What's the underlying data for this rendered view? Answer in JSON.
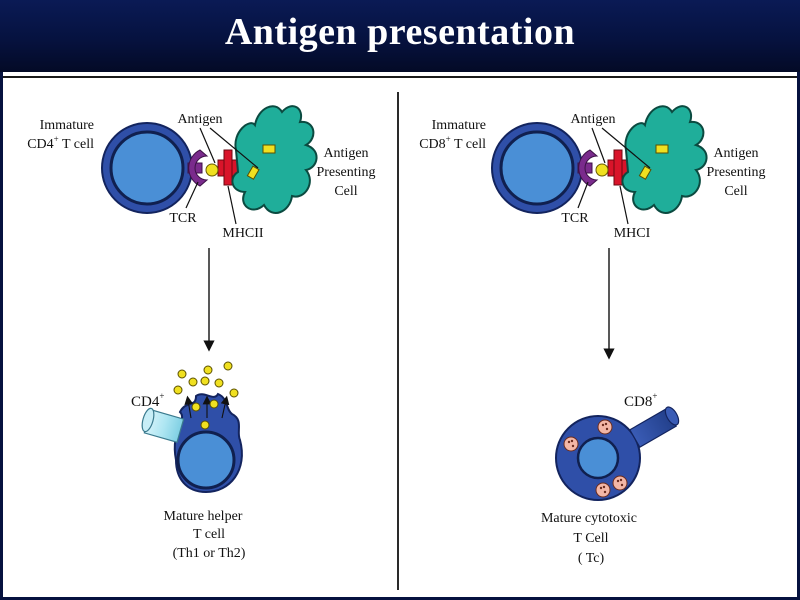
{
  "title": "Antigen presentation",
  "left": {
    "cell_label_line1": "Immature",
    "cell_label_line2_prefix": "CD4",
    "cell_label_line2_sup": "+",
    "cell_label_line2_suffix": " T cell",
    "antigen_label": "Antigen",
    "apc_line1": "Antigen",
    "apc_line2": "Presenting",
    "apc_line3": "Cell",
    "tcr_label": "TCR",
    "mhc_label": "MHCII",
    "coreceptor_prefix": "CD4",
    "coreceptor_sup": "+",
    "mature_line1": "Mature helper",
    "mature_line2": "T cell",
    "mature_line3": "(Th1  or  Th2)"
  },
  "right": {
    "cell_label_line1": "Immature",
    "cell_label_line2_prefix": "CD8",
    "cell_label_line2_sup": "+",
    "cell_label_line2_suffix": " T cell",
    "antigen_label": "Antigen",
    "apc_line1": "Antigen",
    "apc_line2": "Presenting",
    "apc_line3": "Cell",
    "tcr_label": "TCR",
    "mhc_label": "MHCI",
    "coreceptor_prefix": "CD8",
    "coreceptor_sup": "+",
    "mature_line1": "Mature cytotoxic",
    "mature_line2": "T Cell",
    "mature_line3": "(   Tc)"
  },
  "colors": {
    "header_bg": "#06123f",
    "tcell_outer": "#2f4fa8",
    "tcell_inner": "#4a8fd6",
    "tcr_purple": "#7a2b8c",
    "mhc_red": "#d9142a",
    "antigen_yellow": "#f0e020",
    "apc_teal": "#1fae9a",
    "cd4_cyan": "#aee6f2",
    "cd8_blue": "#2e4fa0",
    "granule_pink": "#f3b6a6"
  }
}
